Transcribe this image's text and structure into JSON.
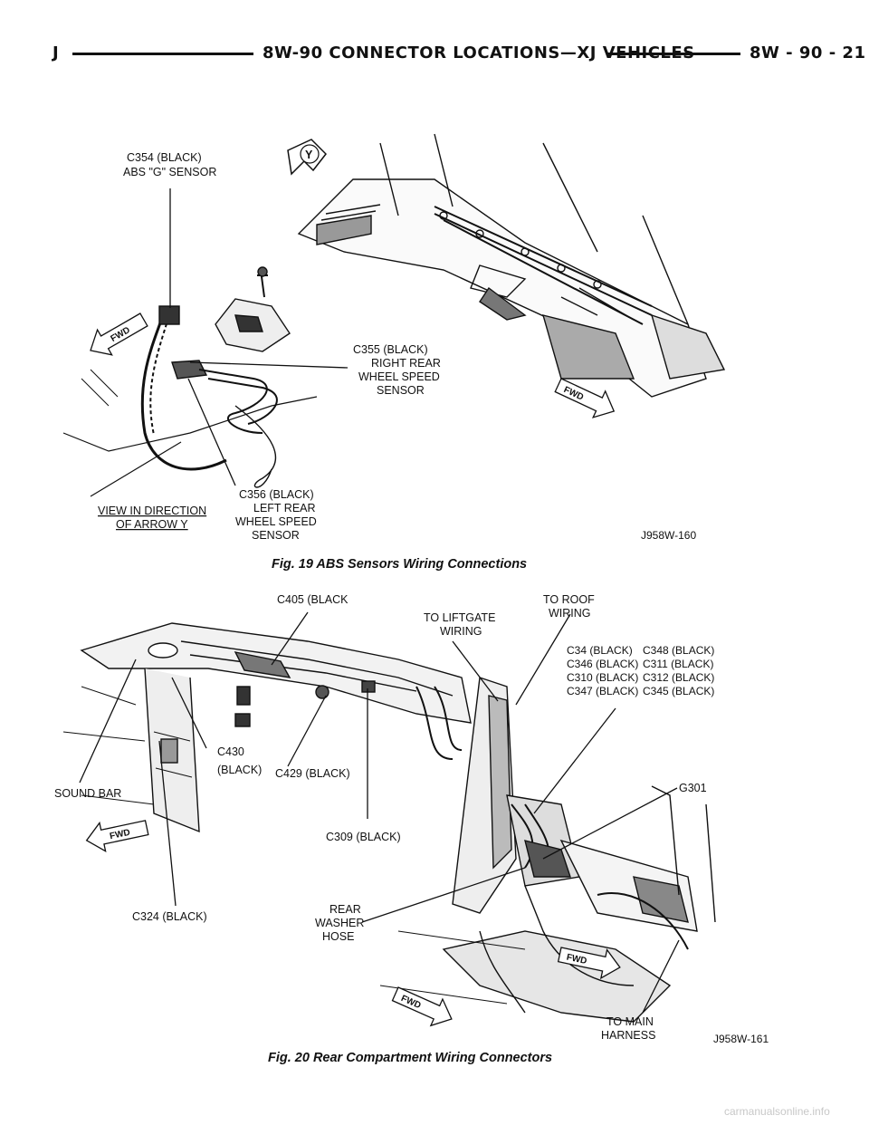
{
  "header": {
    "left": "J",
    "title": "8W-90 CONNECTOR LOCATIONS—XJ VEHICLES",
    "page": "8W - 90 - 21"
  },
  "fig19": {
    "caption": "Fig. 19 ABS Sensors Wiring Connections",
    "code": "J958W-160",
    "arrow_letter": "Y",
    "fwd": "FWD",
    "labels": {
      "c354_l1": "C354 (BLACK)",
      "c354_l2": "ABS \"G\" SENSOR",
      "c355_l1": "C355 (BLACK)",
      "c355_l2": "RIGHT REAR",
      "c355_l3": "WHEEL SPEED",
      "c355_l4": "SENSOR",
      "c356_l1": "C356 (BLACK)",
      "c356_l2": "LEFT REAR",
      "c356_l3": "WHEEL SPEED",
      "c356_l4": "SENSOR",
      "view_l1": "VIEW IN DIRECTION",
      "view_l2": "OF ARROW Y"
    }
  },
  "fig20": {
    "caption": "Fig. 20 Rear Compartment Wiring Connectors",
    "code": "J958W-161",
    "fwd": "FWD",
    "labels": {
      "c405": "C405 (BLACK",
      "liftgate_l1": "TO LIFTGATE",
      "liftgate_l2": "WIRING",
      "roof_l1": "TO ROOF",
      "roof_l2": "WIRING",
      "grp_l1": "C34  (BLACK)",
      "grp_l2": "C346 (BLACK)",
      "grp_l3": "C310 (BLACK)",
      "grp_l4": "C347 (BLACK)",
      "grp_r1": "C348 (BLACK)",
      "grp_r2": "C311 (BLACK)",
      "grp_r3": "C312 (BLACK)",
      "grp_r4": "C345 (BLACK)",
      "c430_l1": "C430",
      "c430_l2": "(BLACK)",
      "c429": "C429 (BLACK)",
      "sound_bar": "SOUND BAR",
      "g301": "G301",
      "c309": "C309 (BLACK)",
      "c324": "C324 (BLACK)",
      "washer_l1": "REAR",
      "washer_l2": "WASHER",
      "washer_l3": "HOSE",
      "main_l1": "TO MAIN",
      "main_l2": "HARNESS"
    }
  },
  "footer": "carmanualsonline.info"
}
